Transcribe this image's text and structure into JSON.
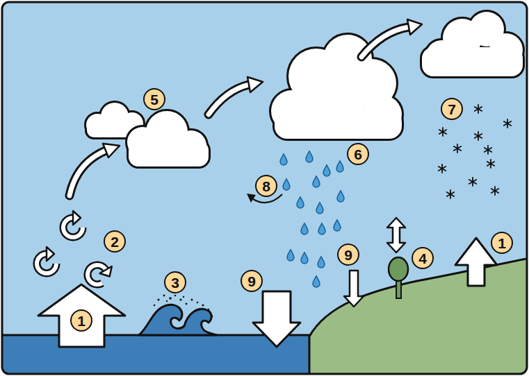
{
  "diagram": {
    "labels": [
      "5",
      "7",
      "6",
      "8",
      "2",
      "1",
      "9",
      "4",
      "9",
      "3",
      "1"
    ]
  }
}
